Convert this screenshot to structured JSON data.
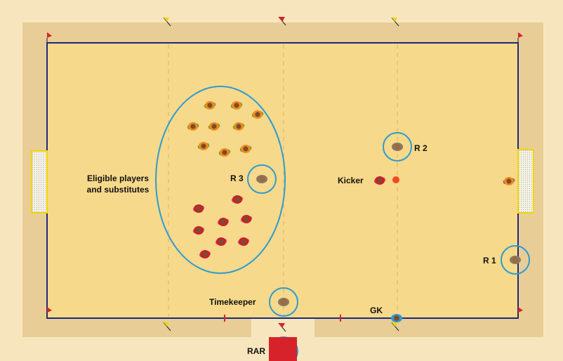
{
  "colors": {
    "background": "#F7E6BD",
    "surround": "#E8CD97",
    "pitch": "#F6D98A",
    "boundary": "#1E2A7A",
    "circle": "#2F9BD1",
    "team_orange": "#F28A1E",
    "team_orange_arm": "#4FA63A",
    "team_red": "#C8202E",
    "head": "#7A4E2D",
    "ball": "#F04A1E",
    "flag_red": "#D8222B",
    "flag_yellow": "#F2D500",
    "table_red": "#D8222B"
  },
  "labels": {
    "eligible_line1": "Eligible players",
    "eligible_line2": "and substitutes",
    "r3": "R 3",
    "r2": "R 2",
    "r1": "R 1",
    "kicker": "Kicker",
    "timekeeper": "Timekeeper",
    "gk": "GK",
    "rar": "RAR"
  }
}
